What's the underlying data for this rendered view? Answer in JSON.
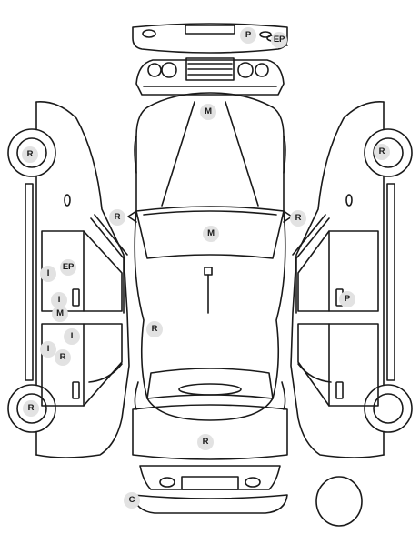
{
  "colors": {
    "line": "#1a1a1a",
    "badge_bg": "#e2e2e2",
    "background": "#ffffff"
  },
  "markers": [
    {
      "id": "front-bumper-p",
      "label": "P"
    },
    {
      "id": "front-bumper-ep",
      "label": "EP"
    },
    {
      "id": "hood-m",
      "label": "M"
    },
    {
      "id": "left-mirror-r",
      "label": "R"
    },
    {
      "id": "right-mirror-r",
      "label": "R"
    },
    {
      "id": "windshield-m",
      "label": "M"
    },
    {
      "id": "left-front-wheel-r",
      "label": "R"
    },
    {
      "id": "right-front-wheel-r",
      "label": "R"
    },
    {
      "id": "left-front-door-i",
      "label": "I"
    },
    {
      "id": "left-front-door-ep",
      "label": "EP"
    },
    {
      "id": "left-front-door-i-2",
      "label": "I"
    },
    {
      "id": "left-front-door-m",
      "label": "M"
    },
    {
      "id": "left-rear-door-i",
      "label": "I"
    },
    {
      "id": "left-rear-door-i-2",
      "label": "I"
    },
    {
      "id": "left-rear-door-r",
      "label": "R"
    },
    {
      "id": "right-front-door-p",
      "label": "P"
    },
    {
      "id": "roof-r",
      "label": "R"
    },
    {
      "id": "trunk-r",
      "label": "R"
    },
    {
      "id": "left-rear-wheel-r",
      "label": "R"
    },
    {
      "id": "rear-bumper-c",
      "label": "C"
    }
  ]
}
